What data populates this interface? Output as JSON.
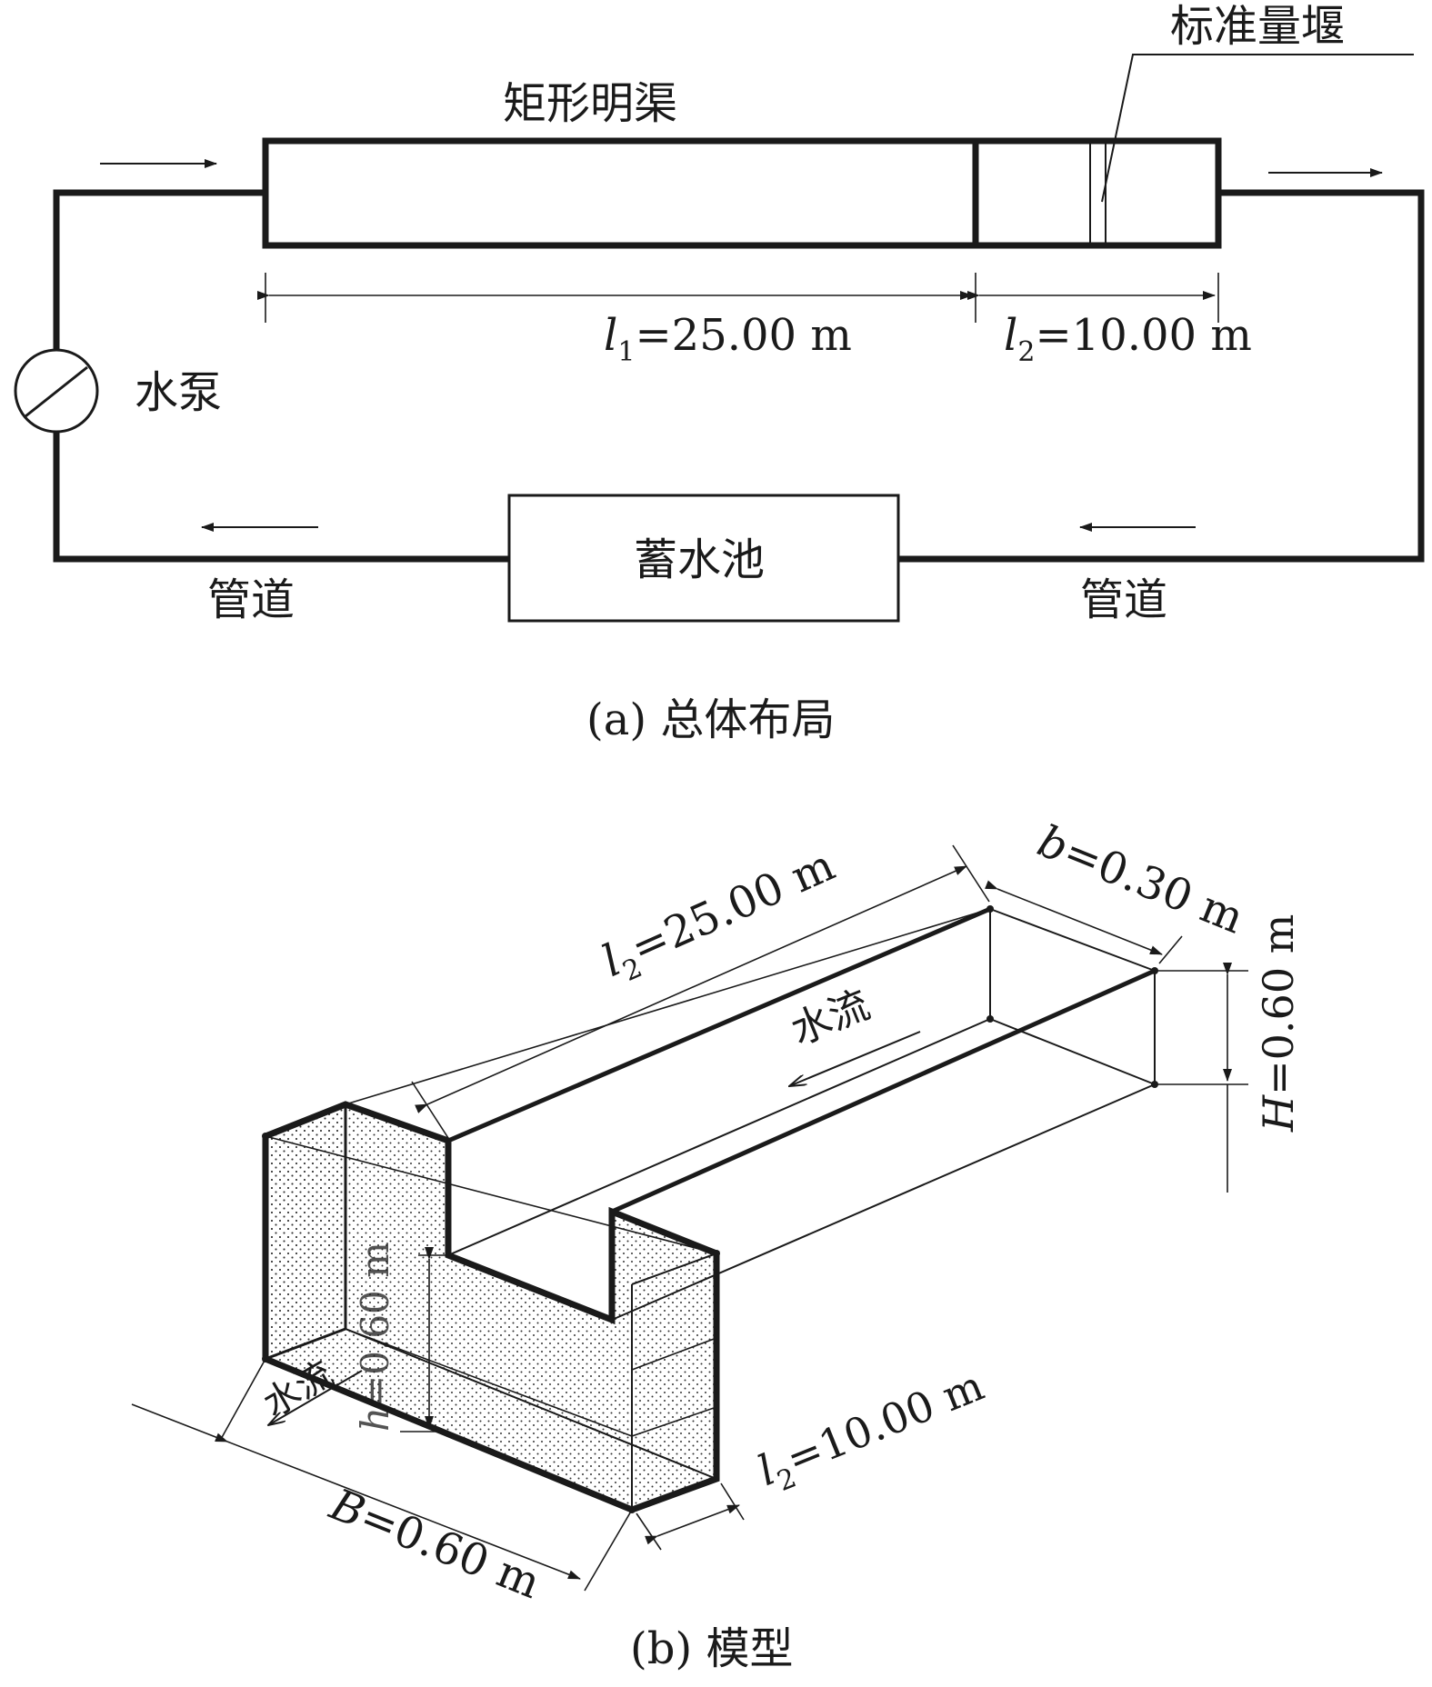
{
  "panel_a": {
    "weir_label": "标准量堰",
    "channel_label": "矩形明渠",
    "pump_label": "水泵",
    "reservoir_label": "蓄水池",
    "pipe_label_left": "管道",
    "pipe_label_right": "管道",
    "l1_var": "l",
    "l1_sub": "1",
    "l1_rest": "=25.00 m",
    "l2_var": "l",
    "l2_sub": "2",
    "l2_rest": "=10.00 m",
    "caption": "(a) 总体布局"
  },
  "panel_b": {
    "b_var": "b",
    "b_rest": "=0.30 m",
    "l_top_var": "l",
    "l_top_sub": "2",
    "l_top_rest": "=25.00 m",
    "H_var": "H",
    "H_rest": "=0.60 m",
    "flow_label_top": "水流",
    "flow_label_bottom": "水流",
    "h_var": "h",
    "h_rest": "=0.60 m",
    "l_bottom_var": "l",
    "l_bottom_sub": "2",
    "l_bottom_rest": "=10.00 m",
    "B_var": "B",
    "B_rest": "=0.60 m",
    "caption": "(b) 模型"
  }
}
